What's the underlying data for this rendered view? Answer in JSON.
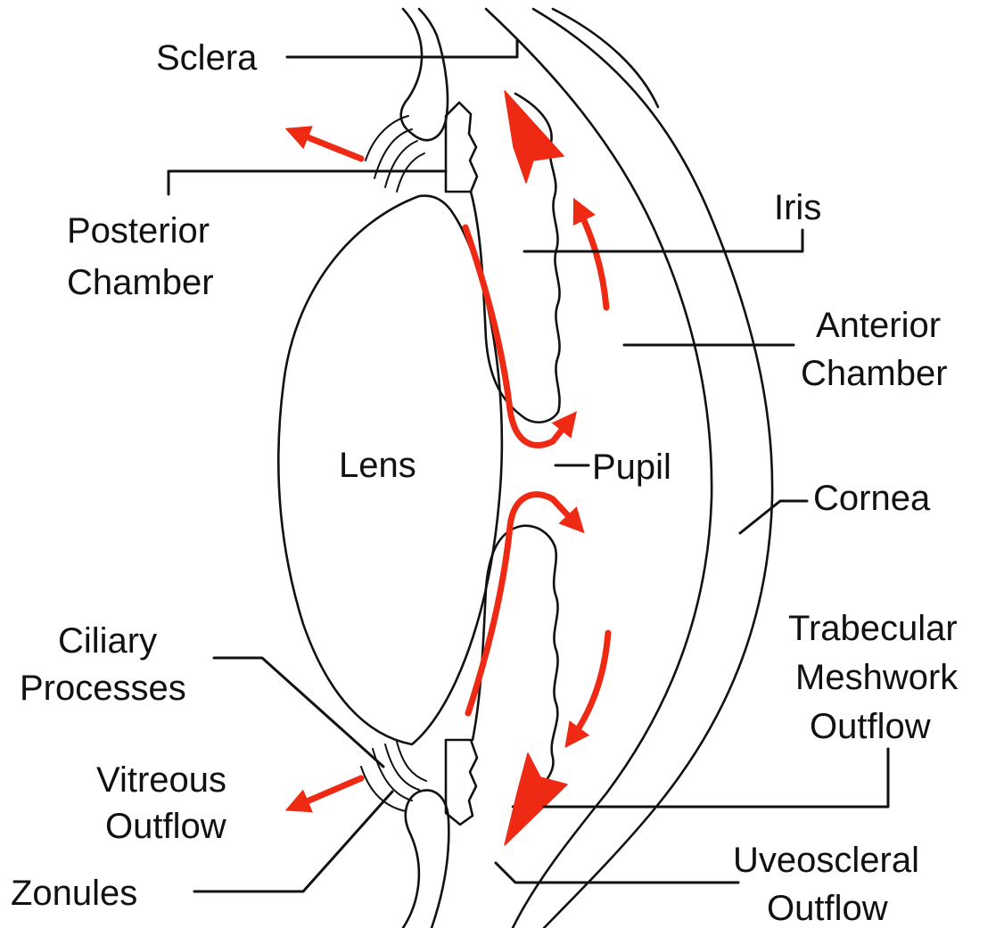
{
  "colors": {
    "flow": "#ee2a14",
    "outline": "#111111",
    "background": "#ffffff"
  },
  "labels": {
    "sclera": "Sclera",
    "posterior_chamber": [
      "Posterior",
      "Chamber"
    ],
    "iris": "Iris",
    "anterior_chamber": [
      "Anterior",
      "Chamber"
    ],
    "lens": "Lens",
    "pupil": "Pupil",
    "cornea": "Cornea",
    "ciliary_processes": [
      "Ciliary",
      "Processes"
    ],
    "trabecular_meshwork_outflow": [
      "Trabecular",
      "Meshwork",
      "Outflow"
    ],
    "vitreous_outflow": [
      "Vitreous",
      "Outflow"
    ],
    "zonules": "Zonules",
    "uveoscleral_outflow": [
      "Uveoscleral",
      "Outflow"
    ]
  }
}
